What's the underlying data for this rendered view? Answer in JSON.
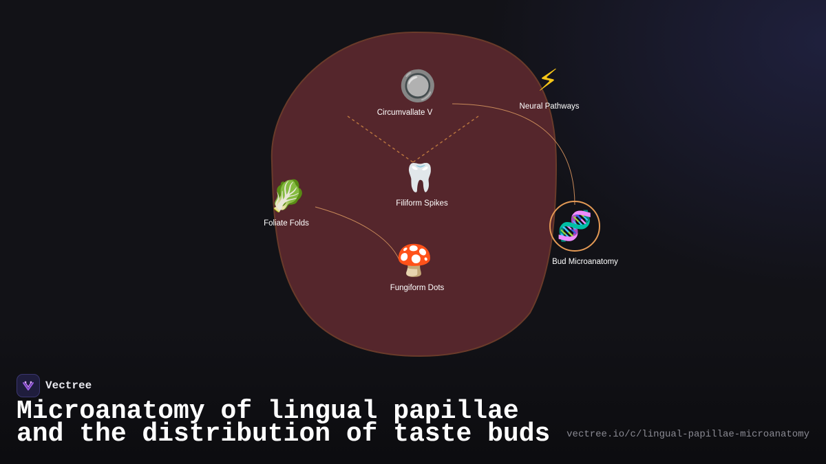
{
  "diagram": {
    "nodes": [
      {
        "id": "circumvallate",
        "label": "Circumvallate V",
        "icon": "gray-disc-icon",
        "glyph": "🔘"
      },
      {
        "id": "neural",
        "label": "Neural Pathways",
        "icon": "lightning-icon",
        "glyph": "⚡"
      },
      {
        "id": "filiform",
        "label": "Filiform Spikes",
        "icon": "tooth-icon",
        "glyph": "🦷"
      },
      {
        "id": "foliate",
        "label": "Foliate Folds",
        "icon": "leafy-green-icon",
        "glyph": "🥬"
      },
      {
        "id": "fungiform",
        "label": "Fungiform Dots",
        "icon": "mushroom-icon",
        "glyph": "🍄"
      },
      {
        "id": "bud",
        "label": "Bud Microanatomy",
        "icon": "dna-icon",
        "glyph": "🧬"
      }
    ],
    "colors": {
      "tongue_fill": "#55262c",
      "tongue_stroke": "#6a3b2a",
      "dashed_connector": "#b8743f",
      "curve_connector": "#c98a5a",
      "highlight_ring": "#e49a55"
    }
  },
  "footer": {
    "brand": "Vectree",
    "title": "Microanatomy of lingual papillae and the distribution of taste buds",
    "url": "vectree.io/c/lingual-papillae-microanatomy"
  }
}
